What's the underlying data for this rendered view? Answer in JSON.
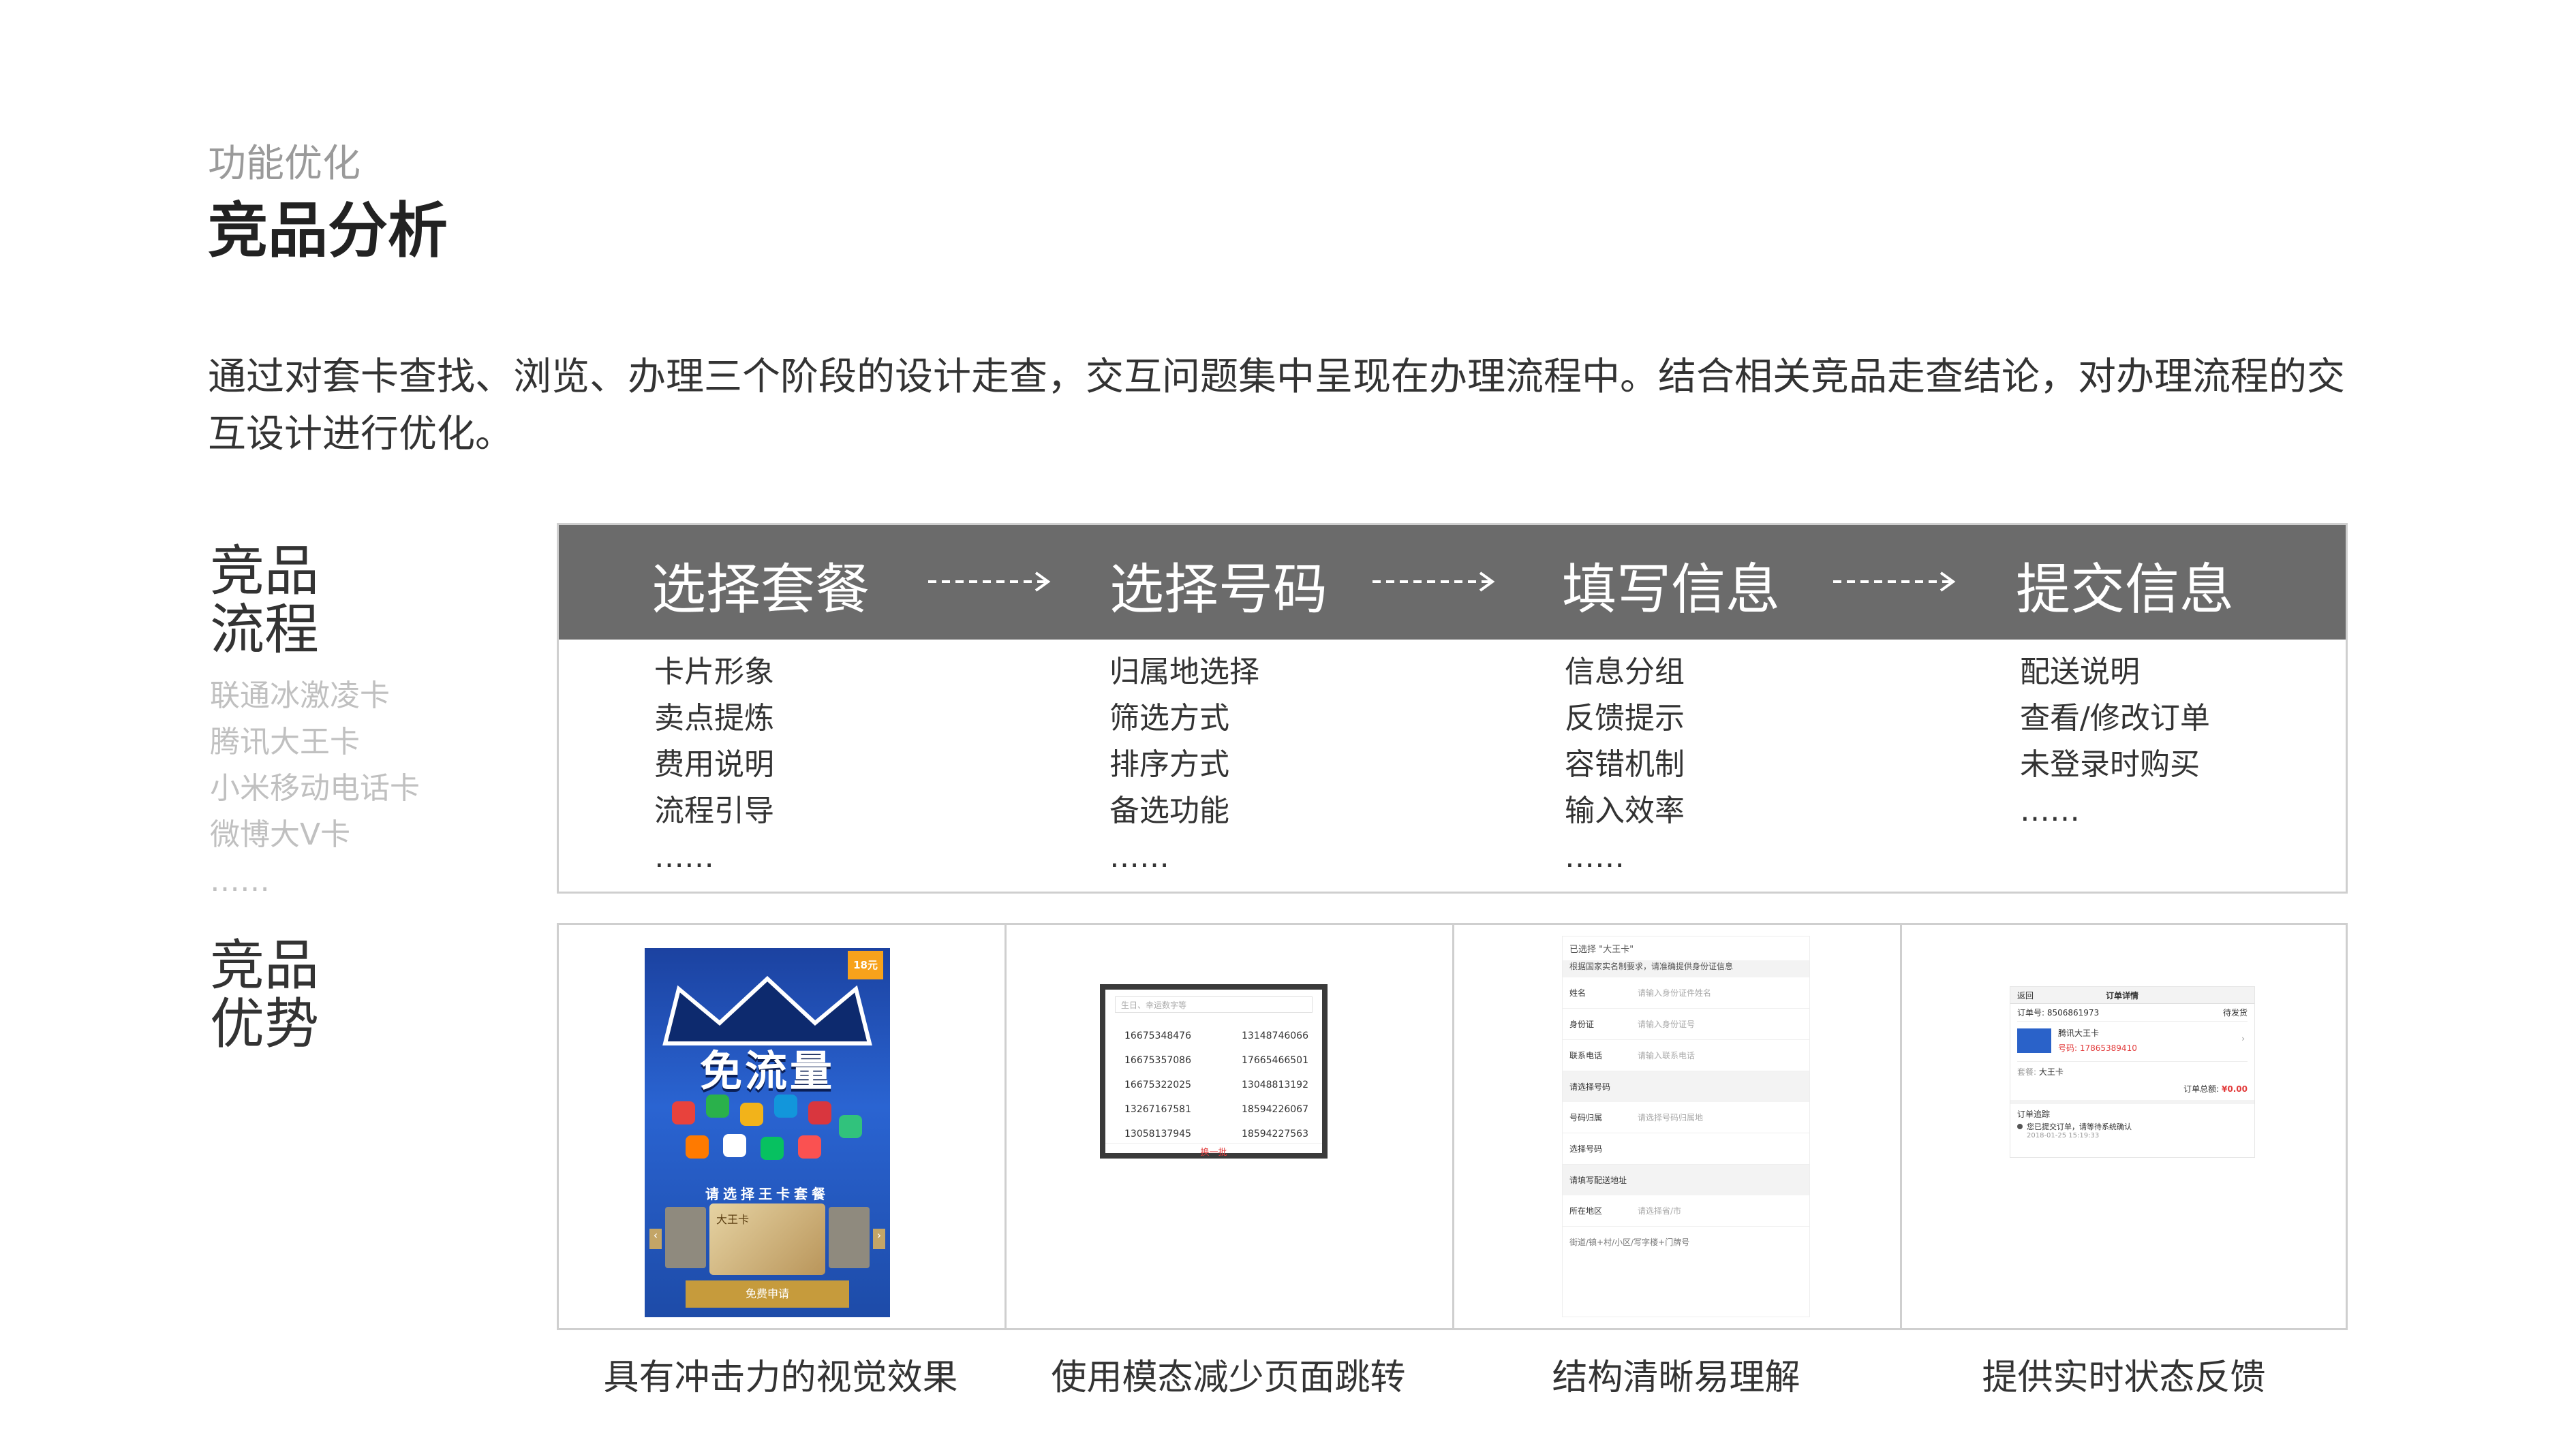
{
  "header": {
    "subtitle": "功能优化",
    "title": "竞品分析"
  },
  "intro": {
    "text": "通过对套卡查找、浏览、办理三个阶段的设计走查，交互问题集中呈现在办理流程中。结合相关竞品走查结论，对办理流程的交互设计进行优化。"
  },
  "process": {
    "label_line1": "竞品",
    "label_line2": "流程",
    "competitors": [
      "联通冰激凌卡",
      "腾讯大王卡",
      "小米移动电话卡",
      "微博大V卡",
      "……"
    ],
    "steps": [
      {
        "title": "选择套餐",
        "items": [
          "卡片形象",
          "卖点提炼",
          "费用说明",
          "流程引导",
          "……"
        ]
      },
      {
        "title": "选择号码",
        "items": [
          "归属地选择",
          "筛选方式",
          "排序方式",
          "备选功能",
          "……"
        ]
      },
      {
        "title": "填写信息",
        "items": [
          "信息分组",
          "反馈提示",
          "容错机制",
          "输入效率",
          "……"
        ]
      },
      {
        "title": "提交信息",
        "items": [
          "配送说明",
          "查看/修改订单",
          "未登录时购买",
          "……"
        ]
      }
    ]
  },
  "advantages": {
    "label_line1": "竞品",
    "label_line2": "优势",
    "captions": [
      "具有冲击力的视觉效果",
      "使用模态减少页面跳转",
      "结构清晰易理解",
      "提供实时状态反馈"
    ],
    "shot1": {
      "badge": "18元",
      "hero": "免流量",
      "subtitle": "请选择王卡套餐",
      "card": "大王卡",
      "button": "免费申请"
    },
    "shot2": {
      "placeholder": "生日、幸运数字等",
      "numbers": [
        [
          "16675348476",
          "13148746066"
        ],
        [
          "16675357086",
          "17665466501"
        ],
        [
          "16675322025",
          "13048813192"
        ],
        [
          "13267167581",
          "18594226067"
        ],
        [
          "13058137945",
          "18594227563"
        ]
      ],
      "refresh": "换一批"
    },
    "shot3": {
      "selected": "已选择 \"大王卡\"",
      "notice": "根据国家实名制要求，请准确提供身份证信息",
      "rows": [
        {
          "label": "姓名",
          "value": "请输入身份证件姓名"
        },
        {
          "label": "身份证",
          "value": "请输入身份证号"
        },
        {
          "label": "联系电话",
          "value": "请输入联系电话"
        },
        {
          "label": "请选择号码",
          "value": ""
        },
        {
          "label": "号码归属",
          "value": "请选择号码归属地"
        },
        {
          "label": "选择号码",
          "value": ""
        },
        {
          "label": "请填写配送地址",
          "value": ""
        },
        {
          "label": "所在地区",
          "value": "请选择省/市"
        },
        {
          "label": "街道/镇+村/小区/写字楼+门牌号",
          "value": ""
        }
      ]
    },
    "shot4": {
      "back": "返回",
      "title": "订单详情",
      "order_no": "订单号: 8506861973",
      "status": "待发货",
      "product": "腾讯大王卡",
      "phone": "号码: 17865389410",
      "plan_label": "套餐:",
      "plan": "大王卡",
      "total_label": "订单总额:",
      "total": "¥0.00",
      "progress_title": "订单追踪",
      "progress_item": "您已提交订单，请等待系统确认",
      "progress_time": "2018-01-25 15:19:33"
    }
  }
}
